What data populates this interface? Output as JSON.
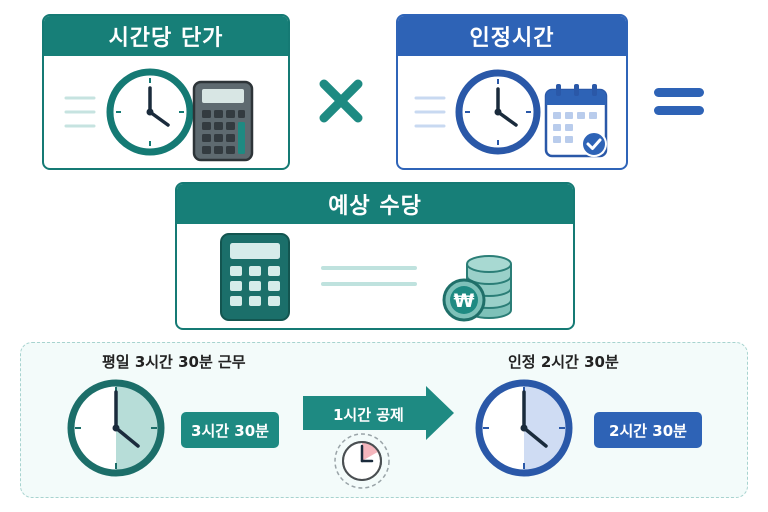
{
  "cards": {
    "hourly_rate": {
      "title": "시간당 단가"
    },
    "recognized_time": {
      "title": "인정시간"
    },
    "expected_allowance": {
      "title": "예상 수당"
    }
  },
  "example": {
    "work_label": "평일 3시간 30분 근무",
    "work_badge": "3시간 30분",
    "deduction_label": "1시간 공제",
    "recognized_label": "인정 2시간 30분",
    "recognized_badge": "2시간 30분"
  },
  "icons": {
    "won_symbol": "₩"
  },
  "colors": {
    "teal": "#177f78",
    "blue": "#2e63b6",
    "deduction_pink": "#f4b6bd",
    "panel_bg": "#f3fbfa"
  }
}
